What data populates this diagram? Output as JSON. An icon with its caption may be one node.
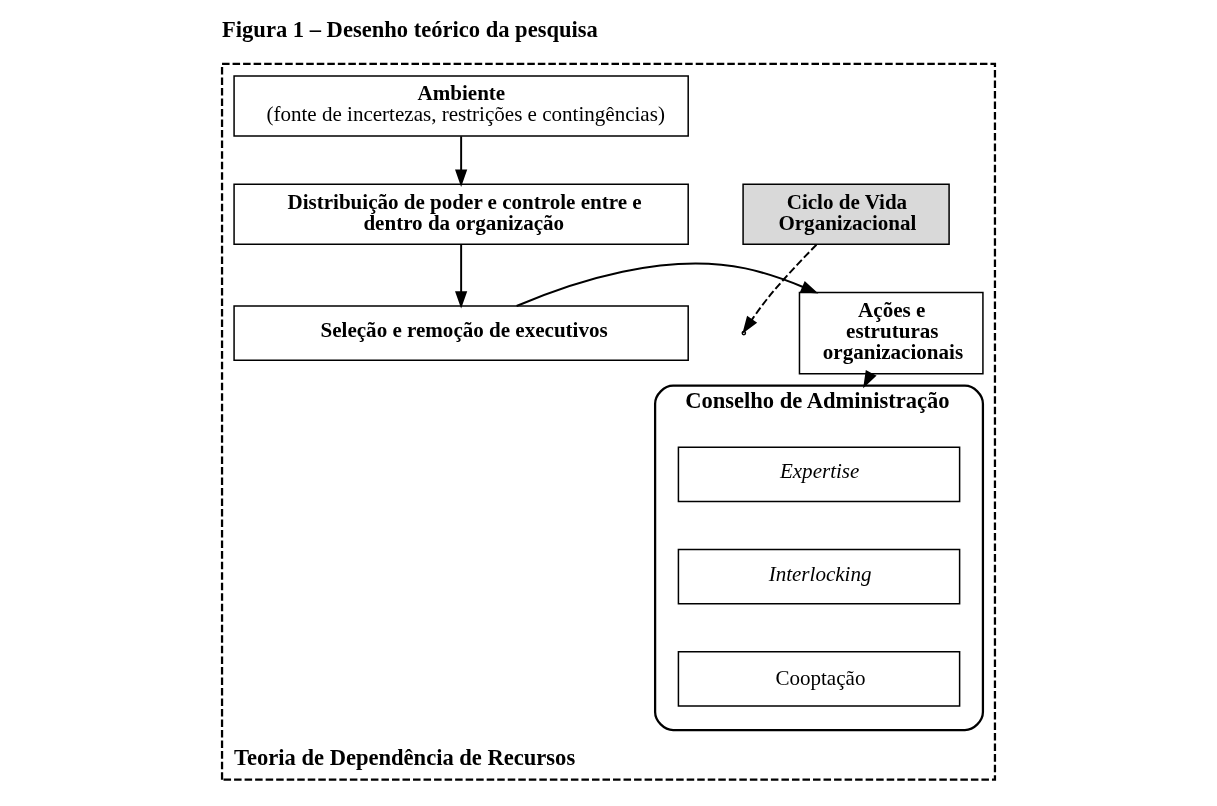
{
  "diagram": {
    "title": "Figura 1 – Desenho teórico da pesquisa",
    "nodes": [
      {
        "text": [
          "Teoria de Dependência de Recursos"
        ]
      },
      {
        "text": [
          "Ambiente",
          "(fonte de incertezas, restrições e contingências)"
        ],
        "in": 0
      },
      {
        "text": [
          "Distribuição de poder e controle entre e dentro da organização"
        ],
        "in": 0
      },
      {
        "text": [
          "Seleção e remoção de executivos"
        ],
        "in": 0
      },
      {
        "text": [
          "Ciclo de Vida Organizacional"
        ],
        "in": 0
      },
      {
        "text": [
          "Ações e estruturas organizacionais"
        ],
        "in": 0
      },
      {
        "text": [
          "Conselho de Administração"
        ],
        "in": 0
      },
      {
        "text": [
          "Expertise"
        ],
        "in": 6
      },
      {
        "text": [
          "Interlocking"
        ],
        "in": 6
      },
      {
        "text": [
          "Cooptação"
        ],
        "in": 6
      }
    ],
    "edges": [
      {
        "from": 1,
        "to": 2,
        "arrow": "to"
      },
      {
        "from": 2,
        "to": 3,
        "arrow": "to"
      },
      {
        "from": 3,
        "to": 5,
        "arrow": "to"
      },
      {
        "from": 4,
        "to": null,
        "arrow": "to",
        "style": "dashed"
      },
      {
        "from": 5,
        "to": 6,
        "arrow": "to"
      }
    ]
  }
}
